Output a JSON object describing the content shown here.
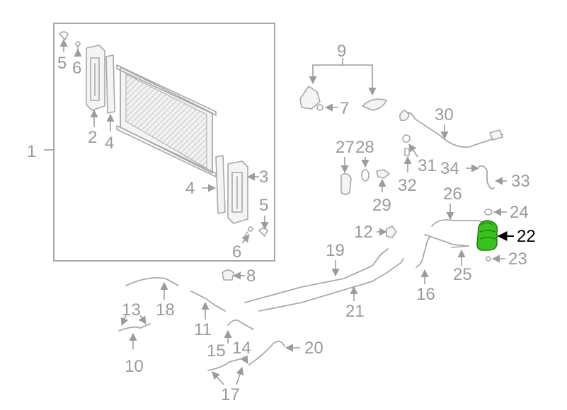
{
  "diagram": {
    "highlight_color": "#39c21f",
    "highlighted_part": "22",
    "callouts": {
      "c1": "1",
      "c2": "2",
      "c3": "3",
      "c4a": "4",
      "c4b": "4",
      "c5a": "5",
      "c5b": "5",
      "c6a": "6",
      "c6b": "6",
      "c7": "7",
      "c8": "8",
      "c9": "9",
      "c10": "10",
      "c11": "11",
      "c12": "12",
      "c13": "13",
      "c14": "14",
      "c15": "15",
      "c16": "16",
      "c17": "17",
      "c18": "18",
      "c19": "19",
      "c20": "20",
      "c21": "21",
      "c22": "22",
      "c23": "23",
      "c24": "24",
      "c25": "25",
      "c26": "26",
      "c27": "27",
      "c28": "28",
      "c29": "29",
      "c30": "30",
      "c31": "31",
      "c32": "32",
      "c33": "33",
      "c34": "34"
    }
  }
}
